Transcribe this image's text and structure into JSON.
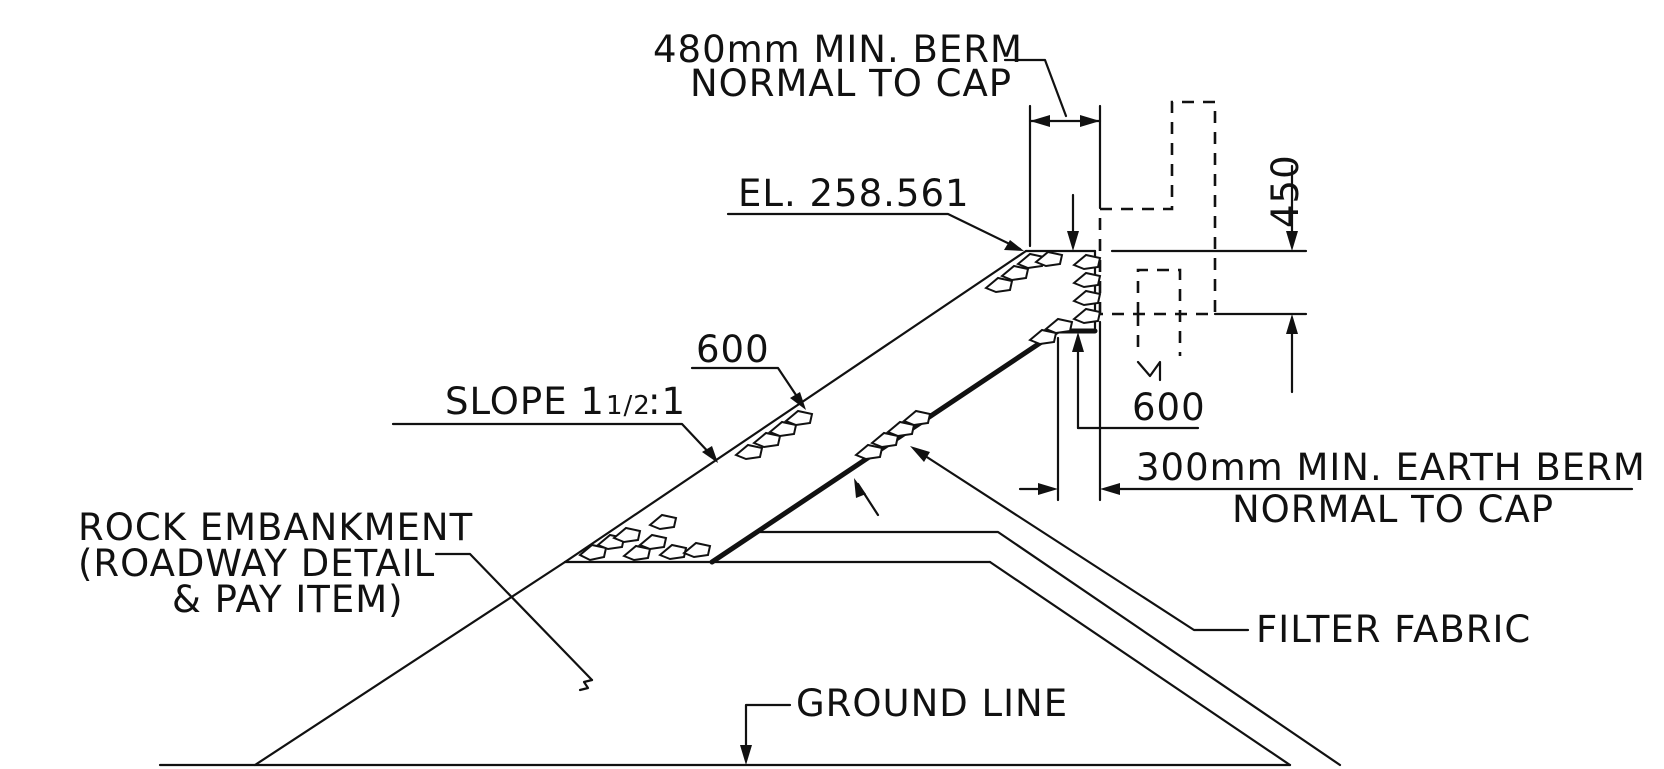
{
  "labels": {
    "berm_top_line1": "480mm  MIN. BERM",
    "berm_top_line2": "NORMAL  TO  CAP",
    "elevation": "EL. 258.561",
    "dim_450": "450",
    "dim_600_slope": "600",
    "slope": "SLOPE 1",
    "slope_half": "1/2",
    "slope_ratio": ":1",
    "dim_600_cap": "600",
    "earth_berm_line1": "300mm  MIN. EARTH BERM",
    "earth_berm_line2": "NORMAL  TO  CAP",
    "rock_line1": "ROCK  EMBANKMENT",
    "rock_line2": "(ROADWAY  DETAIL",
    "rock_line3": "& PAY  ITEM)",
    "filter_fabric": "FILTER  FABRIC",
    "ground_line": "GROUND  LINE"
  }
}
